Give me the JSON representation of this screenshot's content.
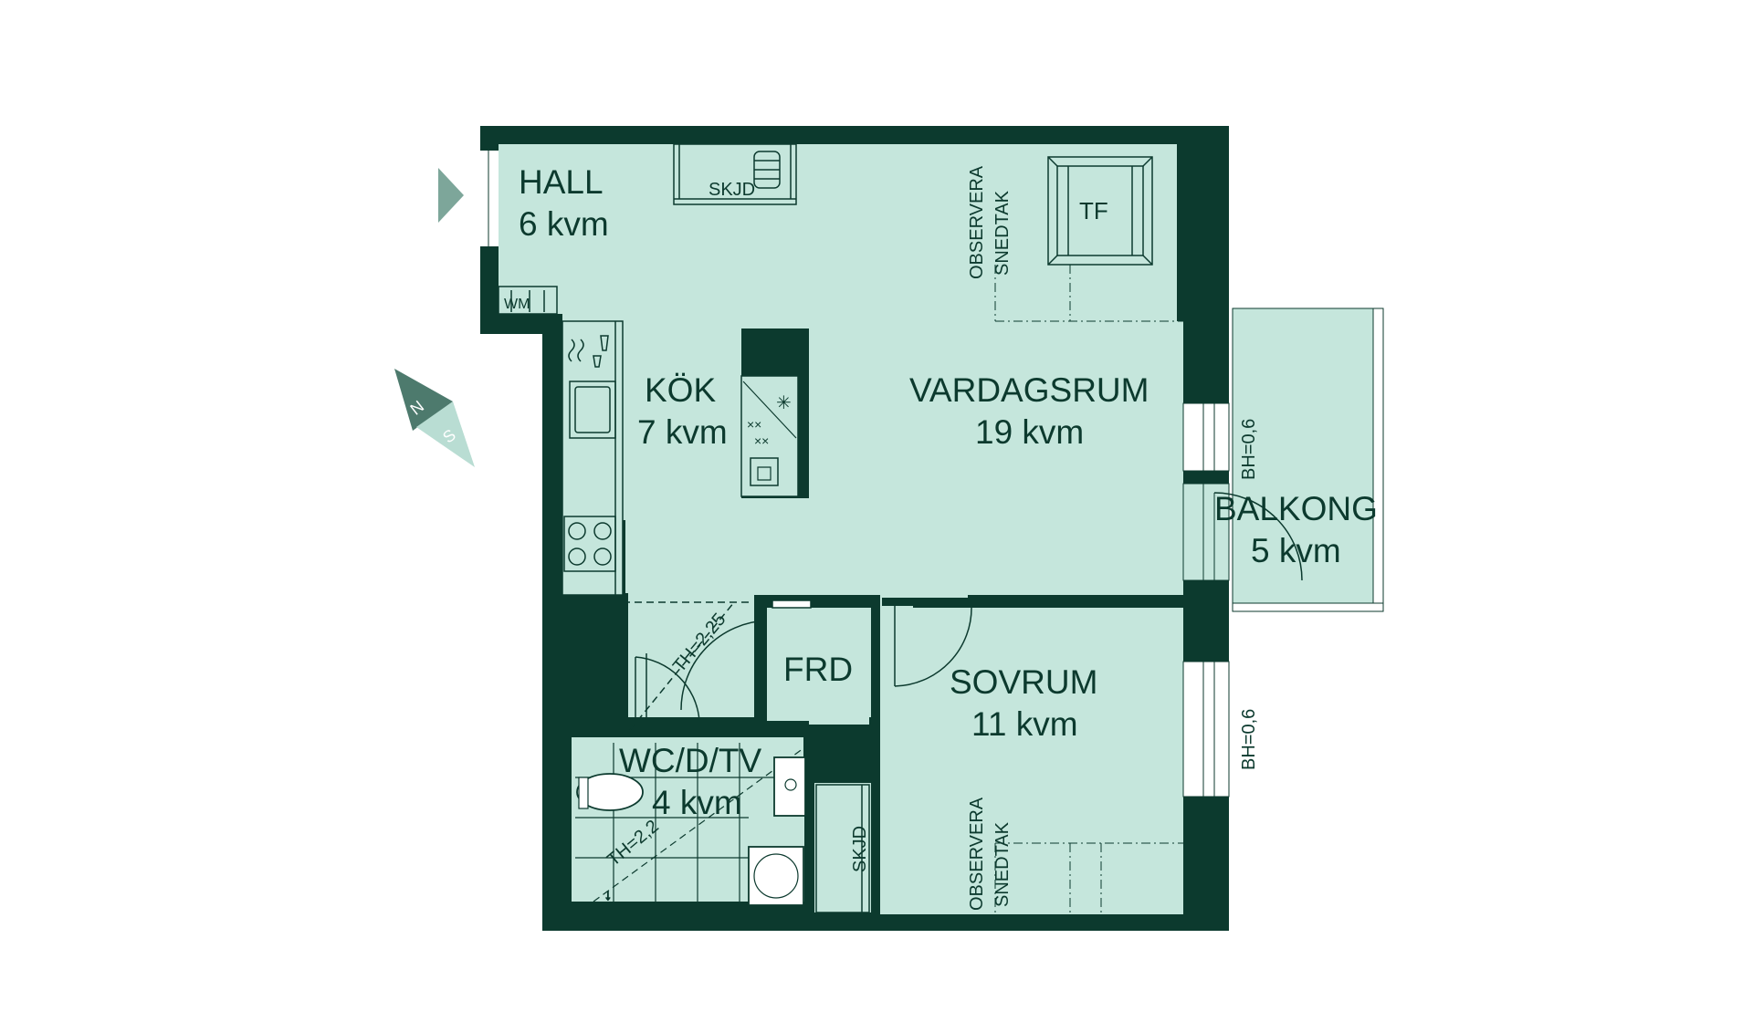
{
  "colors": {
    "wall": "#0c3a2e",
    "floor": "#c5e6dc",
    "balcony": "#c5e6dc",
    "entry_arrow": "#7da69a",
    "compass_dark": "#4d7a6d",
    "compass_light": "#b9ddd3",
    "line": "#0c3a2e"
  },
  "rooms": {
    "hall": {
      "name": "HALL",
      "area": "6 kvm"
    },
    "kok": {
      "name": "KÖK",
      "area": "7 kvm"
    },
    "vardagsrum": {
      "name": "VARDAGSRUM",
      "area": "19 kvm"
    },
    "balkong": {
      "name": "BALKONG",
      "area": "5 kvm"
    },
    "frd": {
      "name": "FRD"
    },
    "sovrum": {
      "name": "SOVRUM",
      "area": "11 kvm"
    },
    "wc": {
      "name": "WC/D/TV",
      "area": "4 kvm"
    }
  },
  "labels": {
    "skjd_hall": "SKJD",
    "skjd_bath": "SKJD",
    "tf": "TF",
    "wm": "WM",
    "observera_1": "OBSERVERA",
    "snedtak_1": "SNEDTAK",
    "observera_2": "OBSERVERA",
    "snedtak_2": "SNEDTAK",
    "bh_living": "BH=0,6",
    "bh_bedroom": "BH=0,6",
    "th_225": "TH=2,25",
    "th_22": "TH=2,2"
  },
  "compass": {
    "north": "N",
    "south": "S"
  },
  "icons": {
    "entry": "entry-arrow-icon",
    "compass": "compass-icon"
  }
}
